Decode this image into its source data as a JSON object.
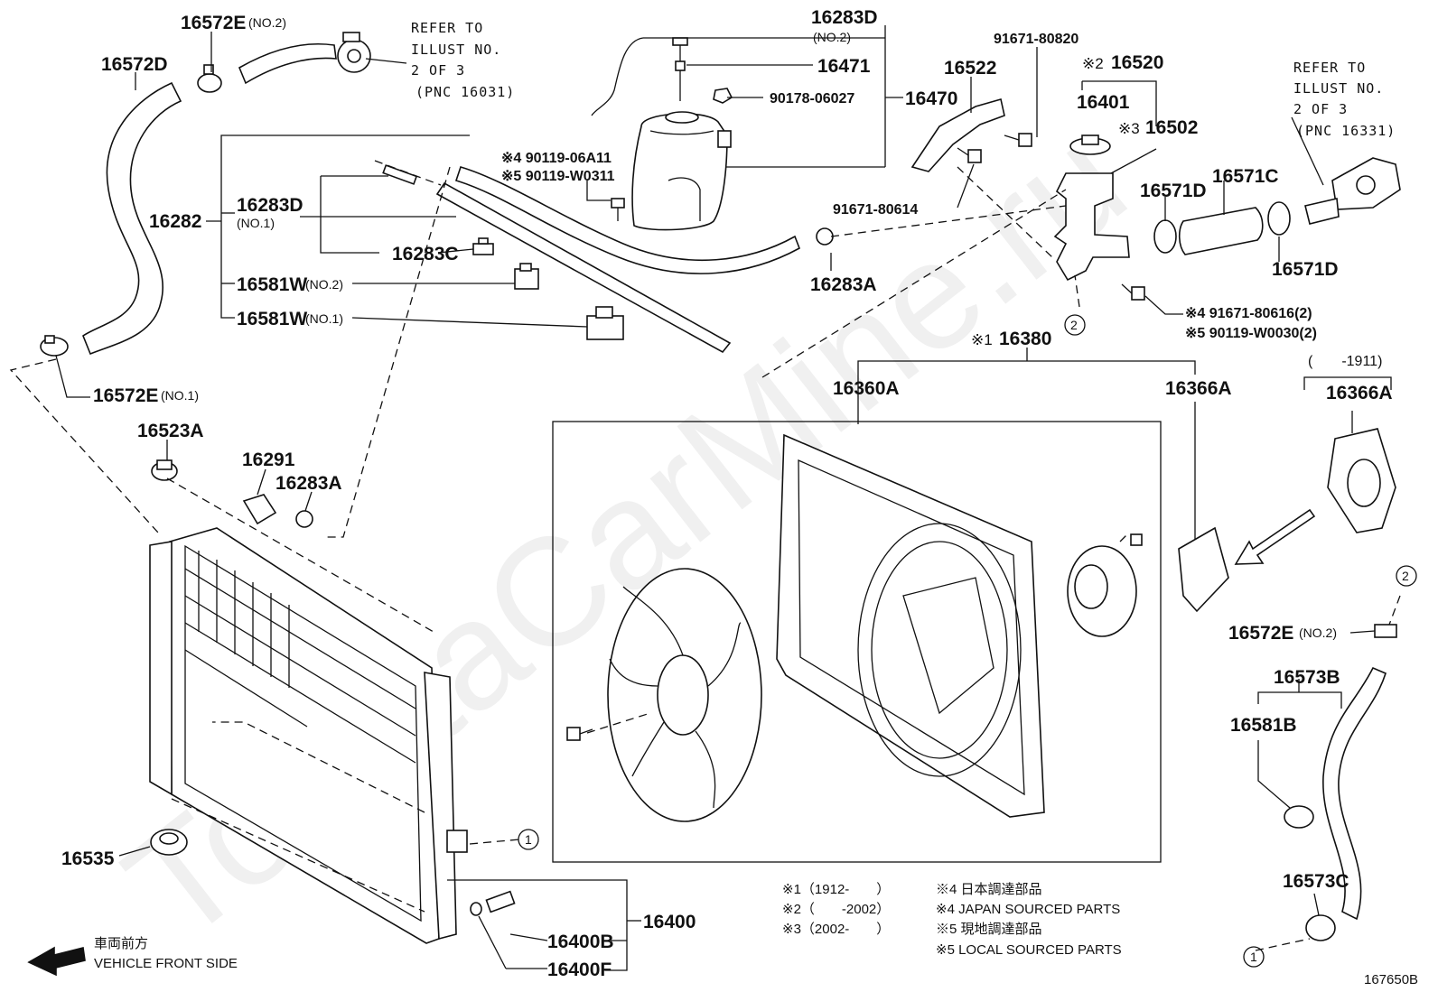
{
  "watermark": "ToyotaCarMine.ru",
  "diagram_id": "167650B",
  "vehicle_front": {
    "jp": "車両前方",
    "en": "VEHICLE FRONT SIDE"
  },
  "footnotes": {
    "f1": "※1（1912-　　）",
    "f2": "※2（　　-2002）",
    "f3": "※3（2002-　　）",
    "f4a": "※4 日本調達部品",
    "f4b": "※4 JAPAN SOURCED PARTS",
    "f5a": "※5 現地調達部品",
    "f5b": "※5 LOCAL SOURCED PARTS"
  },
  "refer": {
    "left": {
      "line1": "REFER TO",
      "line2": "ILLUST NO.",
      "line3": "2 OF 3",
      "line4": "(PNC 16031)"
    },
    "right": {
      "line1": "REFER TO",
      "line2": "ILLUST NO.",
      "line3": "2 OF 3",
      "line4": "(PNC 16331)"
    }
  },
  "labels": {
    "p16572E_no2_top": "16572E",
    "no2_a": "(NO.2)",
    "p16572D": "16572D",
    "p16283D_no2": "16283D",
    "no2_b": "(NO.2)",
    "p16471": "16471",
    "p90178": "90178-06027",
    "p16470": "16470",
    "p91671_80820": "91671-80820",
    "p16522": "16522",
    "p16520": "16520",
    "mk2": "※2",
    "p16401": "16401",
    "p16502": "16502",
    "mk3": "※3",
    "p16571D_a": "16571D",
    "p16571C": "16571C",
    "p16571D_b": "16571D",
    "p90119_06A11": "※4 90119-06A11",
    "p90119_W0311": "※5 90119-W0311",
    "p91671_80614": "91671-80614",
    "p16282": "16282",
    "p16283D_no1": "16283D",
    "no1_a": "(NO.1)",
    "p16283C": "16283C",
    "p16581W_no2": "16581W",
    "no2_c": "(NO.2)",
    "p16581W_no1": "16581W",
    "no1_b": "(NO.1)",
    "p16283A_top": "16283A",
    "p91671_80616": "※4 91671-80616(2)",
    "p90119_W0030": "※5 90119-W0030(2)",
    "p16380": "16380",
    "mk1": "※1",
    "p16360A": "16360A",
    "p16366A_a": "16366A",
    "range_1911": "(　　-1911)",
    "p16366A_b": "16366A",
    "p16572E_no1": "16572E",
    "no1_c": "(NO.1)",
    "p16523A": "16523A",
    "p16291": "16291",
    "p16283A_bot": "16283A",
    "p16572E_no2_r": "16572E",
    "no2_d": "(NO.2)",
    "p16573B": "16573B",
    "p16581B": "16581B",
    "p16573C": "16573C",
    "p16535": "16535",
    "p16400": "16400",
    "p16400B": "16400B",
    "p16400F": "16400F",
    "c1": "1",
    "c2": "2"
  }
}
